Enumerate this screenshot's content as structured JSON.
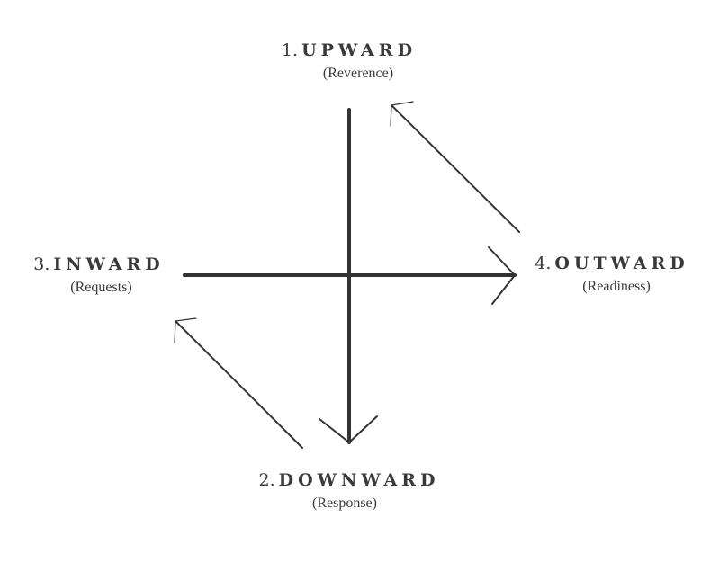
{
  "directions": [
    {
      "number": "1.",
      "title": "UPWARD",
      "subtitle": "(Reverence)"
    },
    {
      "number": "2.",
      "title": "DOWNWARD",
      "subtitle": "(Response)"
    },
    {
      "number": "3.",
      "title": "INWARD",
      "subtitle": "(Requests)"
    },
    {
      "number": "4.",
      "title": "OUTWARD",
      "subtitle": "(Readiness)"
    }
  ],
  "colors": {
    "ink": "#3a3a3a"
  }
}
